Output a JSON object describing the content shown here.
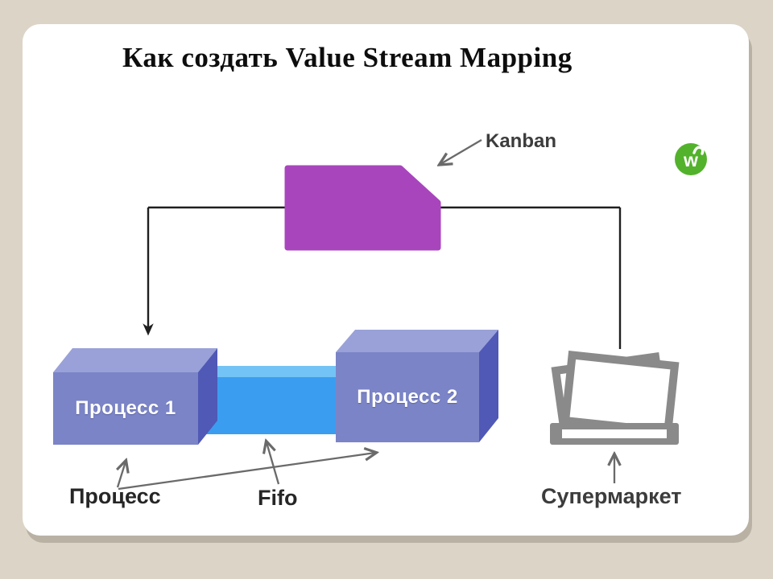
{
  "title": "Как создать Value Stream Mapping",
  "labels": {
    "kanban": "Kanban",
    "process1": "Процесс 1",
    "process2": "Процесс 2",
    "process": "Процесс",
    "fifo": "Fifo",
    "supermarket": "Супермаркет"
  },
  "logo": {
    "letter": "w",
    "icon": "worksection-w-logo-icon"
  },
  "icons": {
    "supermarket": "supermarket-shelf-icon",
    "kanban_card": "kanban-card-shape"
  },
  "colors": {
    "background": "#dcd5c7",
    "card": "#ffffff",
    "kanban": "#a845bd",
    "box_front": "#7b84c6",
    "box_top": "#99a1d8",
    "box_side": "#5059b5",
    "fifo": "#3b9df0",
    "fifo_light": "#74c3f6",
    "icon_gray": "#8a8a8a",
    "logo_green": "#53b22c",
    "line_dark": "#1f1f1f",
    "arrow_gray": "#6a6a6a"
  }
}
